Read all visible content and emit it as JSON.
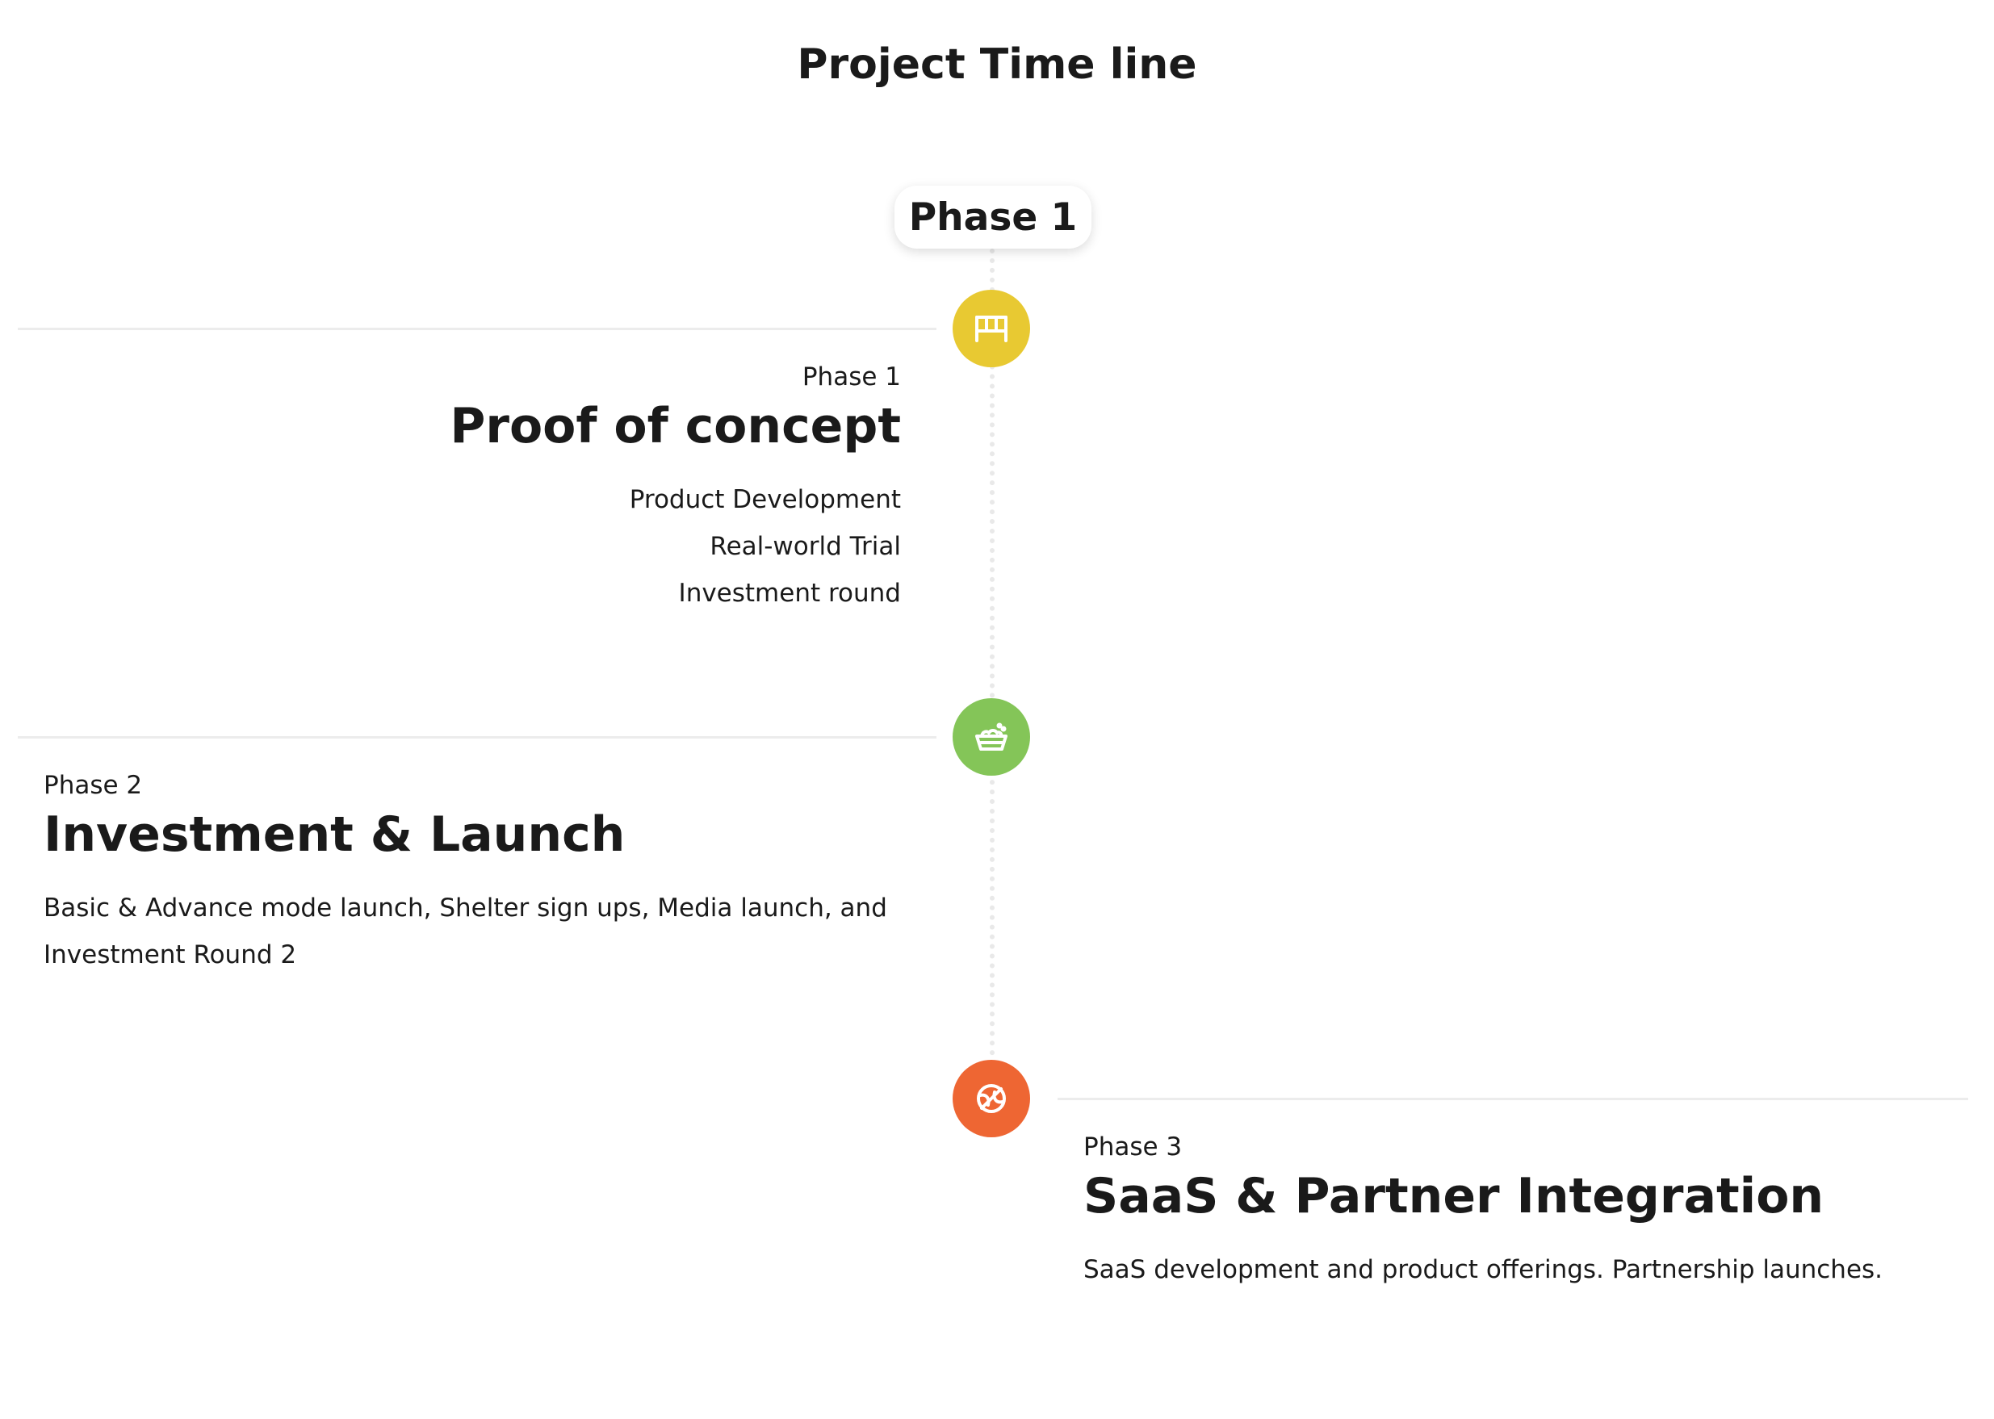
{
  "page_title": "Project Time line",
  "header_pill": "Phase 1",
  "colors": {
    "phase1_dot": "#e8c932",
    "phase2_dot": "#84c558",
    "phase3_dot": "#ee6633",
    "line": "#ececec"
  },
  "phases": [
    {
      "label": "Phase 1",
      "title": "Proof of concept",
      "icon": "bench-icon",
      "items": [
        "Product Development",
        "Real-world Trial",
        "Investment round"
      ]
    },
    {
      "label": "Phase 2",
      "title": "Investment & Launch",
      "icon": "food-bowl-icon",
      "description_lines": [
        "Basic & Advance mode launch, Shelter sign ups, Media launch, and",
        "Investment Round 2"
      ]
    },
    {
      "label": "Phase 3",
      "title": "SaaS & Partner Integration",
      "icon": "ball-icon",
      "description_lines": [
        "SaaS development and product offerings. Partnership launches."
      ]
    }
  ]
}
